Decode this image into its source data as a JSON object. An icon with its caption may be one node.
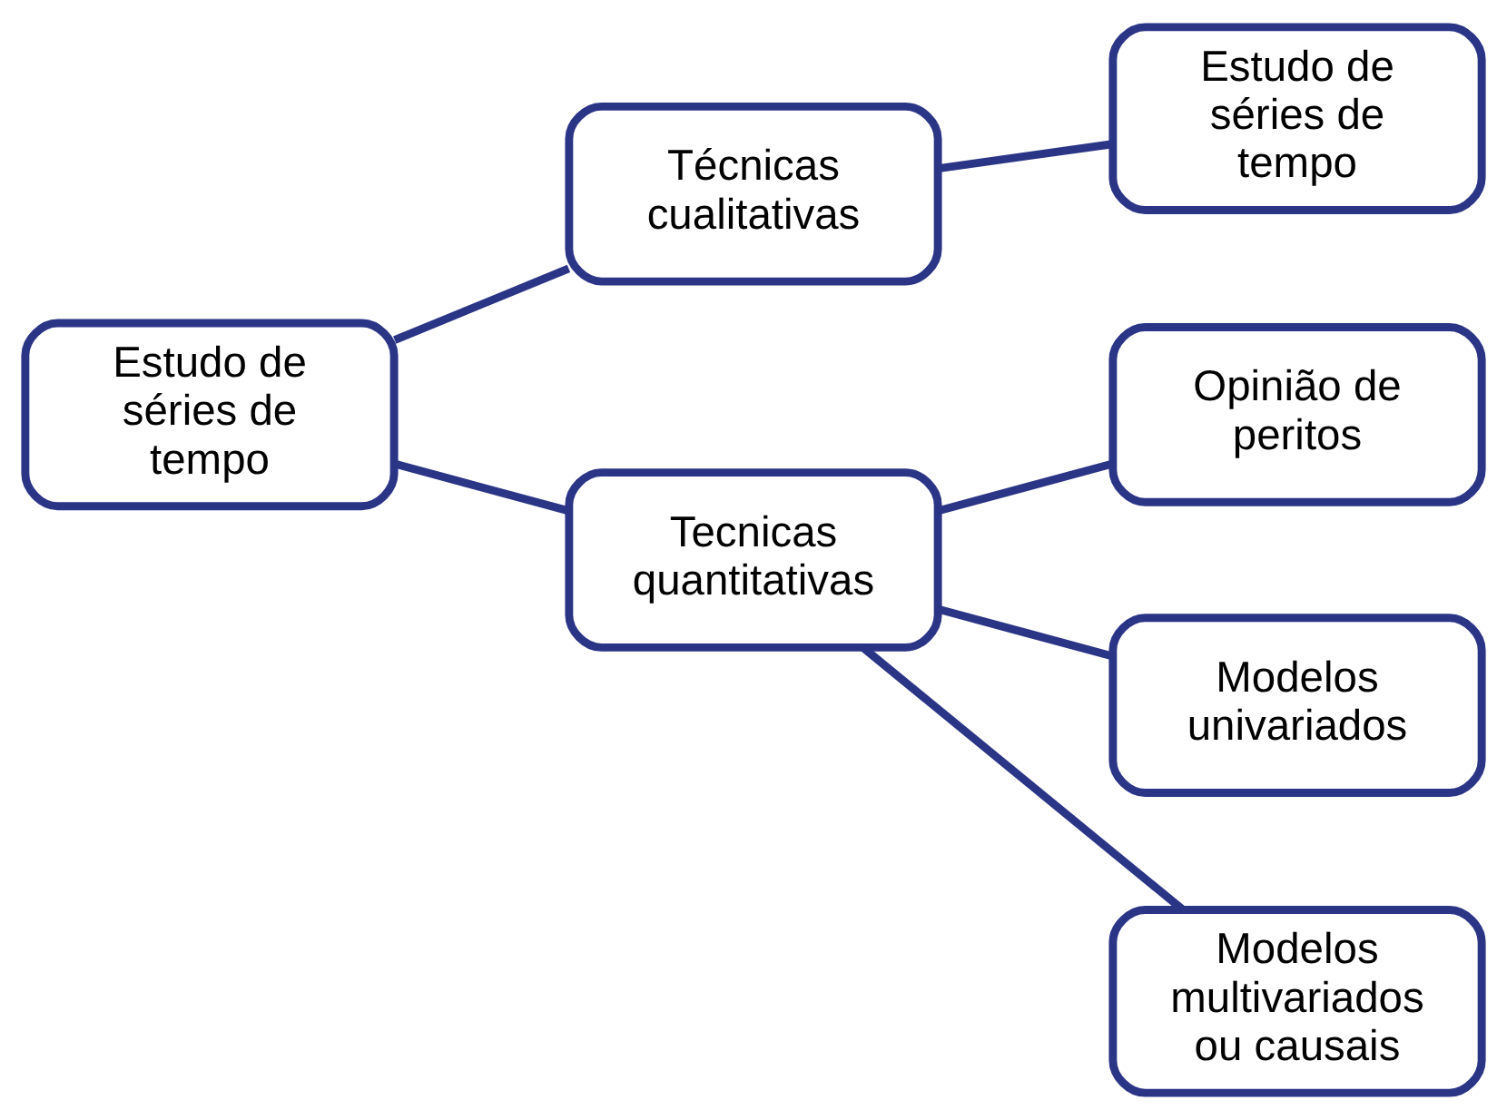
{
  "diagram": {
    "nodes": [
      {
        "text": [
          "Estudo de séries de tempo"
        ]
      },
      {
        "text": [
          "Técnicas cualitativas"
        ]
      },
      {
        "text": [
          "Estudo de séries de tempo"
        ]
      },
      {
        "text": [
          "Tecnicas quantitativas"
        ]
      },
      {
        "text": [
          "Opinião de peritos"
        ]
      },
      {
        "text": [
          "Modelos univariados"
        ]
      },
      {
        "text": [
          "Modelos multivariados ou causais"
        ]
      }
    ],
    "edges": [
      {
        "from": 0,
        "to": 1,
        "arrow": "none"
      },
      {
        "from": 1,
        "to": 2,
        "arrow": "none"
      },
      {
        "from": 0,
        "to": 3,
        "arrow": "none"
      },
      {
        "from": 3,
        "to": 4,
        "arrow": "none"
      },
      {
        "from": 3,
        "to": 5,
        "arrow": "none"
      },
      {
        "from": 3,
        "to": 6,
        "arrow": "none"
      }
    ]
  }
}
